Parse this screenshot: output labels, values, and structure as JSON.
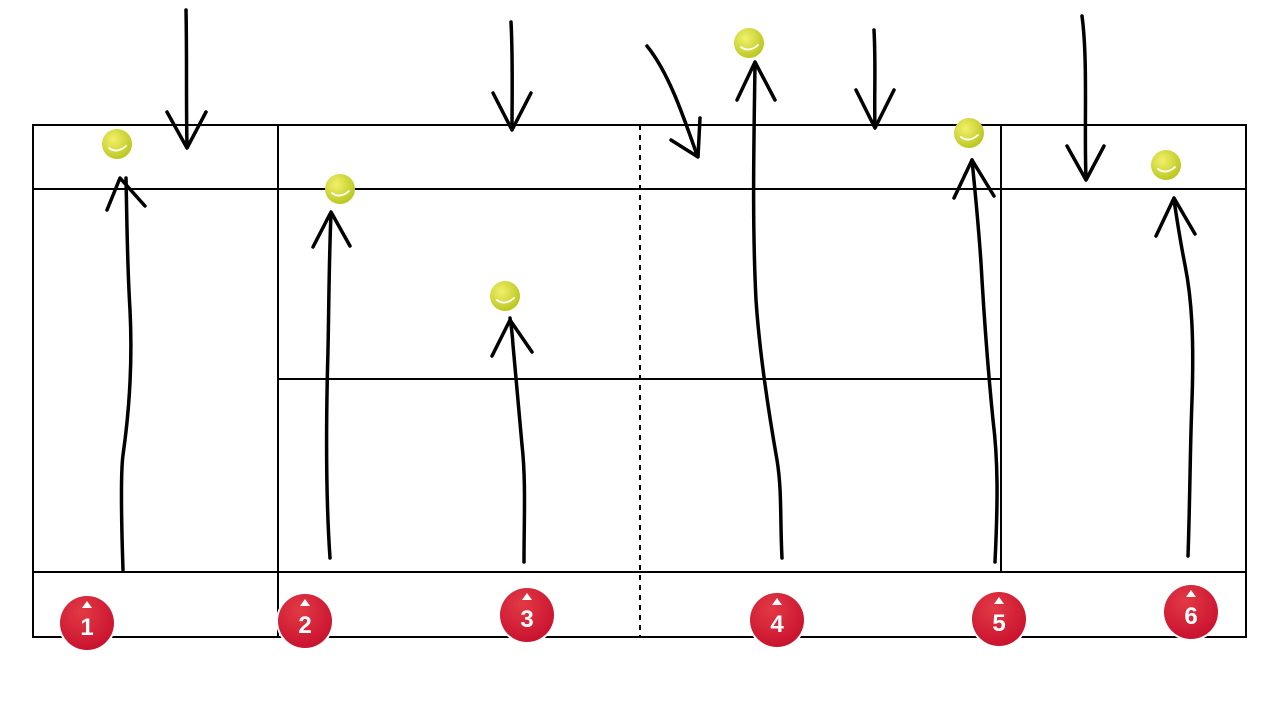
{
  "diagram": {
    "court": {
      "line_color": "#000000",
      "background": "#ffffff"
    },
    "ball": {
      "icon": "tennis-ball-icon",
      "fill_light": "#f2f06a",
      "fill_dark": "#b8c51e",
      "seam_color": "#ffffff"
    },
    "arrows": {
      "stroke_color": "#000000"
    },
    "players": [
      {
        "label": "1",
        "icon": "player-marker-icon"
      },
      {
        "label": "2",
        "icon": "player-marker-icon"
      },
      {
        "label": "3",
        "icon": "player-marker-icon"
      },
      {
        "label": "4",
        "icon": "player-marker-icon"
      },
      {
        "label": "5",
        "icon": "player-marker-icon"
      },
      {
        "label": "6",
        "icon": "player-marker-icon"
      }
    ],
    "marker_colors": {
      "fill": "#c8102e",
      "ring": "#ffffff"
    }
  }
}
